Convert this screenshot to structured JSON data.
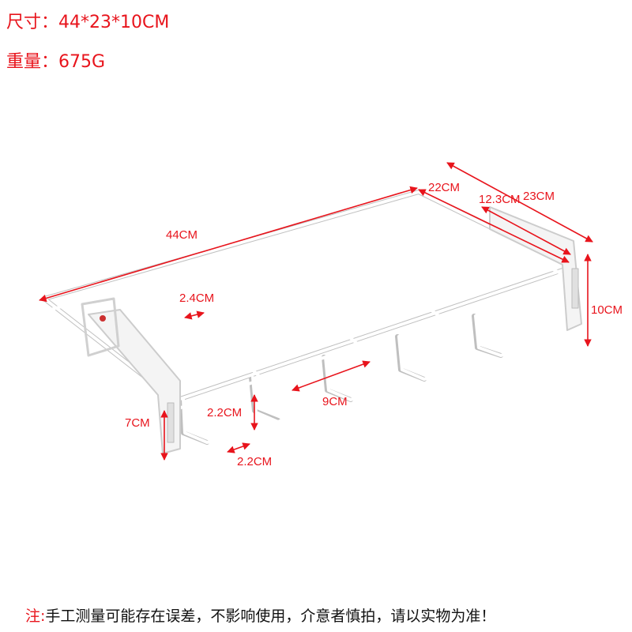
{
  "specs": {
    "size": "尺寸：44*23*10CM",
    "weight": "重量：675G"
  },
  "dimensions": {
    "length": "44CM",
    "depth_inner": "22CM",
    "slot_depth": "12.3CM",
    "depth_outer": "23CM",
    "height": "10CM",
    "rail_gap": "2.4CM",
    "slot_width": "9CM",
    "hook_height": "2.2CM",
    "bracket_height": "7CM",
    "hook_width": "2.2CM"
  },
  "note": {
    "label": "注:",
    "text": "手工测量可能存在误差，不影响使用，介意者慎拍，请以实物为准！"
  },
  "colors": {
    "annotation": "#e8141c",
    "rack": "#ffffff",
    "rack_shadow": "#b9b9b9"
  }
}
